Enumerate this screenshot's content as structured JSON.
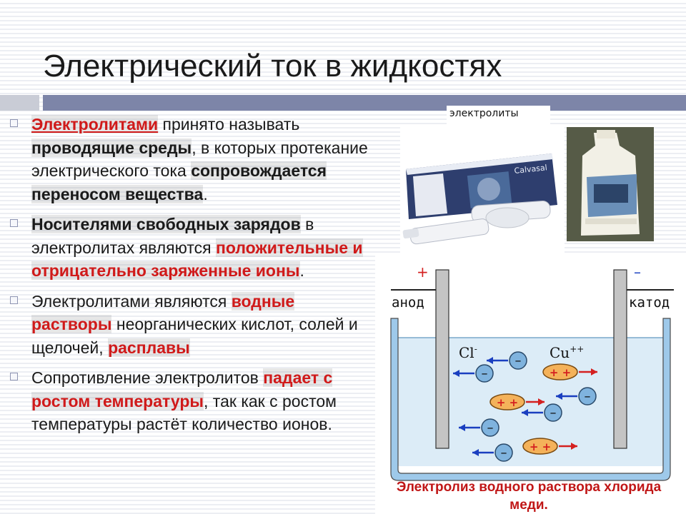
{
  "slide": {
    "title": "Электрический ток в жидкостях"
  },
  "bullets": [
    {
      "segments": [
        {
          "text": "Электролитами",
          "style": "red-u"
        },
        {
          "text": " принято называть ",
          "style": "plain"
        },
        {
          "text": "проводящие среды",
          "style": "dark"
        },
        {
          "text": ", в которых протекание электрического тока ",
          "style": "plain"
        },
        {
          "text": "сопровождается переносом вещества",
          "style": "dark"
        },
        {
          "text": ".",
          "style": "plain"
        }
      ]
    },
    {
      "segments": [
        {
          "text": "Носителями свободных зарядов",
          "style": "dark"
        },
        {
          "text": " в электролитах являются ",
          "style": "plain"
        },
        {
          "text": "положительные и отрицательно заряженные ионы",
          "style": "red"
        },
        {
          "text": ".",
          "style": "plain"
        }
      ]
    },
    {
      "segments": [
        {
          "text": "Электролитами являются ",
          "style": "plain"
        },
        {
          "text": "водные растворы",
          "style": "red"
        },
        {
          "text": " неорганических кислот, солей и щелочей, ",
          "style": "plain"
        },
        {
          "text": "расплавы",
          "style": "red"
        }
      ]
    },
    {
      "segments": [
        {
          "text": "Сопротивление электролитов ",
          "style": "plain"
        },
        {
          "text": "падает с ростом температуры",
          "style": "red"
        },
        {
          "text": ", так как с ростом температуры растёт количество ионов.",
          "style": "plain"
        }
      ]
    }
  ],
  "photo": {
    "label": "электролиты",
    "tube_brand": "Calvasal"
  },
  "diagram": {
    "anode_sign": "+",
    "anode_label": "анод",
    "cathode_sign": "–",
    "cathode_label": "катод",
    "anion_label": "Cl",
    "anion_charge": "-",
    "cation_label": "Cu",
    "cation_charge": "++",
    "neg_symbol": "–",
    "pos_symbol": "+ +",
    "caption": "Электролиз водного раствора хлорида меди.",
    "colors": {
      "electrolyte": "#dcecf7",
      "vessel": "#9ec9ea",
      "electrode": "#c4c4c4",
      "anion_fill": "#7fb3de",
      "cation_fill": "#f4b25a",
      "arrow_anion": "#1a3fc0",
      "arrow_cation": "#d42020"
    }
  }
}
